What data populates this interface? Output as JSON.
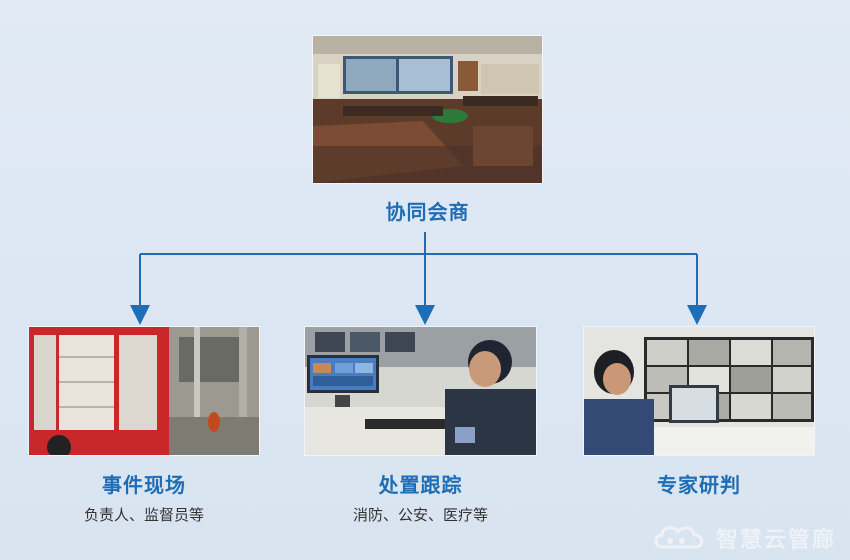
{
  "diagram": {
    "top": {
      "title": "协同会商",
      "image": "conference-room-photo"
    },
    "branches": [
      {
        "title": "事件现场",
        "subtitle": "负责人、监督员等",
        "image": "fire-truck-scene-photo"
      },
      {
        "title": "处置跟踪",
        "subtitle": "消防、公安、医疗等",
        "image": "police-monitoring-desk-photo"
      },
      {
        "title": "专家研判",
        "subtitle": "",
        "image": "expert-video-wall-photo"
      }
    ],
    "connector_color": "#1f6db4"
  },
  "watermark": {
    "text": "智慧云管廊",
    "icon": "cloud-logo-icon"
  }
}
